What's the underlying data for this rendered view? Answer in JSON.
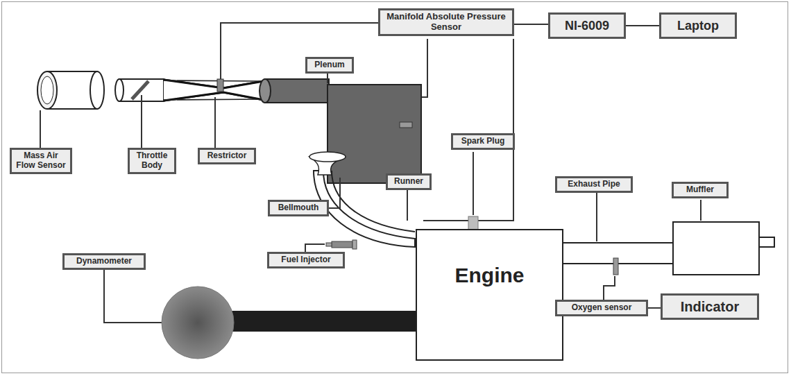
{
  "diagram": {
    "nodes": [
      {
        "text": [
          "Manifold Absolute Pressure Sensor"
        ]
      },
      {
        "text": [
          "NI-6009"
        ]
      },
      {
        "text": [
          "Laptop"
        ]
      },
      {
        "text": [
          "Plenum"
        ]
      },
      {
        "text": [
          "Mass Air Flow Sensor"
        ]
      },
      {
        "text": [
          "Throttle Body"
        ]
      },
      {
        "text": [
          "Restrictor"
        ]
      },
      {
        "text": [
          "Spark Plug"
        ]
      },
      {
        "text": [
          "Muffler"
        ]
      },
      {
        "text": [
          "Exhaust Pipe"
        ]
      },
      {
        "text": [
          "Bellmouth"
        ]
      },
      {
        "text": [
          "Runner"
        ]
      },
      {
        "text": [
          "Dynamometer"
        ]
      },
      {
        "text": [
          "Fuel Injector"
        ]
      },
      {
        "text": [
          "Engine"
        ]
      },
      {
        "text": [
          "Oxygen sensor"
        ]
      },
      {
        "text": [
          "Indicator"
        ]
      }
    ],
    "edges": [
      {
        "from": 0,
        "to": 1,
        "arrow": "none"
      },
      {
        "from": 1,
        "to": 2,
        "arrow": "none"
      },
      {
        "from": 15,
        "to": 16,
        "arrow": "none"
      }
    ]
  }
}
